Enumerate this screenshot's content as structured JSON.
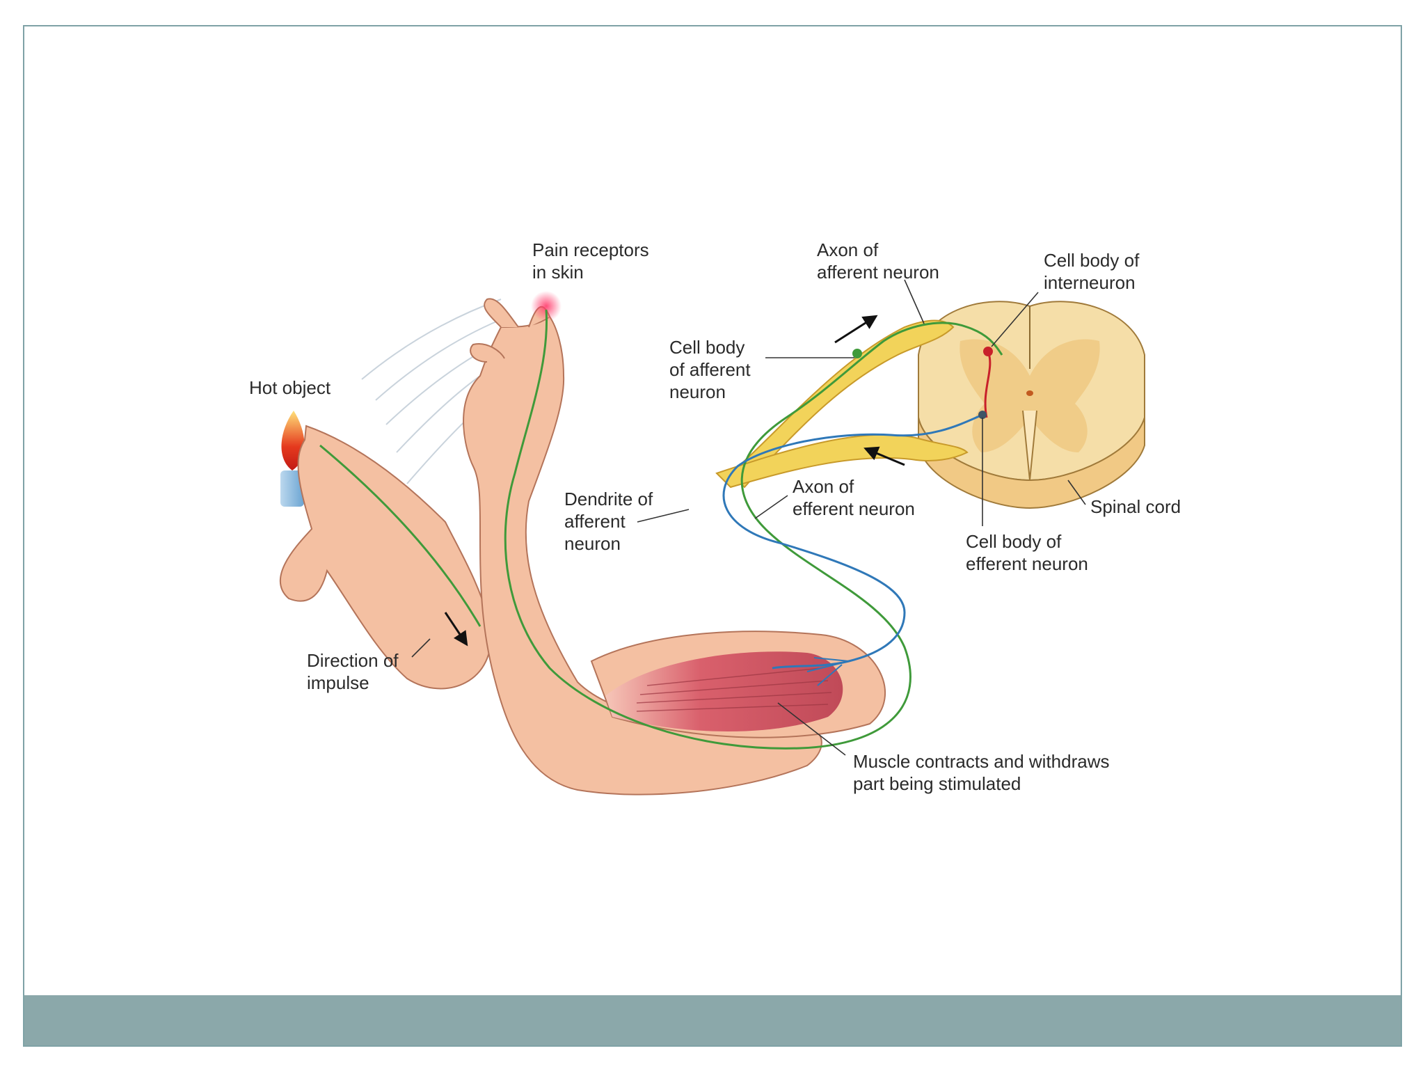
{
  "slide": {
    "footer_color": "#8ba8aa",
    "border_color": "#7fa2a6"
  },
  "diagram": {
    "labels": {
      "pain_receptors": [
        "Pain receptors",
        "in skin"
      ],
      "hot_object": [
        "Hot object"
      ],
      "axon_afferent": [
        "Axon of",
        "afferent neuron"
      ],
      "cell_body_interneuron": [
        "Cell body of",
        "interneuron"
      ],
      "cell_body_afferent": [
        "Cell body",
        "of afferent",
        "neuron"
      ],
      "dendrite_afferent": [
        "Dendrite of",
        "afferent",
        "neuron"
      ],
      "axon_efferent": [
        "Axon of",
        "efferent neuron"
      ],
      "spinal_cord": [
        "Spinal cord"
      ],
      "cell_body_efferent": [
        "Cell body of",
        "efferent neuron"
      ],
      "direction_impulse": [
        "Direction of",
        "impulse"
      ],
      "muscle": [
        "Muscle contracts and withdraws",
        "part being stimulated"
      ]
    },
    "colors": {
      "afferent": "#3f9a3a",
      "efferent": "#2f78b8",
      "interneuron": "#c8202a",
      "nerve": "#f2d35a",
      "skin": "#f2b89a",
      "muscle": "#d8606a",
      "cord_gray": "#f0cc88",
      "cord_white": "#fbe8be"
    }
  }
}
